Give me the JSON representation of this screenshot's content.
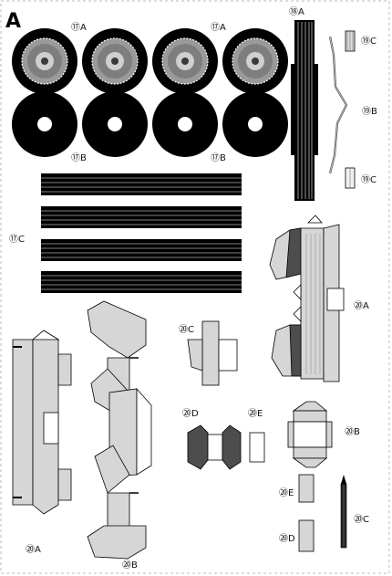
{
  "sheet": {
    "letter": "A",
    "colors": {
      "ink": "#000000",
      "paper": "#ffffff",
      "part_fill": "#d6d6d6",
      "dark_fill": "#4d4d4d",
      "rim": "#9a9a9a"
    }
  },
  "labels": {
    "wheel_a_left": "⑰A",
    "wheel_a_right": "⑰A",
    "tread_a": "⑱A",
    "hub_c_top": "⑲C",
    "axle_b": "⑲B",
    "hub_c_bottom": "⑲C",
    "wheel_b_left": "⑰B",
    "wheel_b_right": "⑰B",
    "strip_c": "⑰C",
    "body_a": "⑳A",
    "part_c_mid": "⑳C",
    "part_d_dark": "⑳D",
    "part_e_small": "⑳E",
    "part_b_box": "⑳B",
    "part_e_bottom": "⑳E",
    "part_c_pin": "⑳C",
    "part_d_bottom": "⑳D",
    "frame_a": "⑳A",
    "frame_b": "⑳B"
  }
}
